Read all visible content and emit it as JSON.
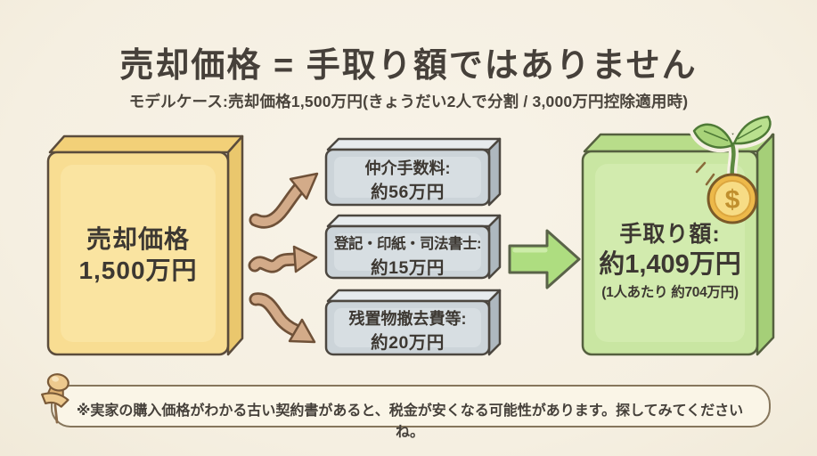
{
  "title": "売却価格 = 手取り額ではありません",
  "subtitle": "モデルケース:売却価格1,500万円(きょうだい2人で分割 / 3,000万円控除適用時)",
  "sell_block": {
    "name": "売却価格",
    "amount": "1,500万円"
  },
  "cost_blocks": [
    {
      "label": "仲介手数料:",
      "amount": "約56万円"
    },
    {
      "label": "登記・印紙・司法書士:",
      "amount": "約15万円"
    },
    {
      "label": "残置物撤去費等:",
      "amount": "約20万円"
    }
  ],
  "result_block": {
    "label": "手取り額:",
    "amount": "約1,409万円",
    "per_person": "(1人あたり 約704万円)"
  },
  "note": "※実家の購入価格がわかる古い契約書があると、税金が安くなる可能性があります。探してみてくださいね。",
  "icons": {
    "money_growth": "coin-sprout-icon",
    "coin_symbol": "$",
    "note_pin": "pushpin-icon",
    "cost_flow": "curved-arrow-icon",
    "result_flow": "block-arrow-icon"
  },
  "colors": {
    "background": "#f6f0e3",
    "sale_block": "#f8dd92",
    "cost_block": "#ccd4d9",
    "result_block": "#c9e6a2",
    "cost_arrow": "#d3ab89",
    "result_arrow": "#aedd80",
    "coin_gold": "#edb94a",
    "leaf_green": "#a8d379",
    "text": "#3d3832"
  }
}
